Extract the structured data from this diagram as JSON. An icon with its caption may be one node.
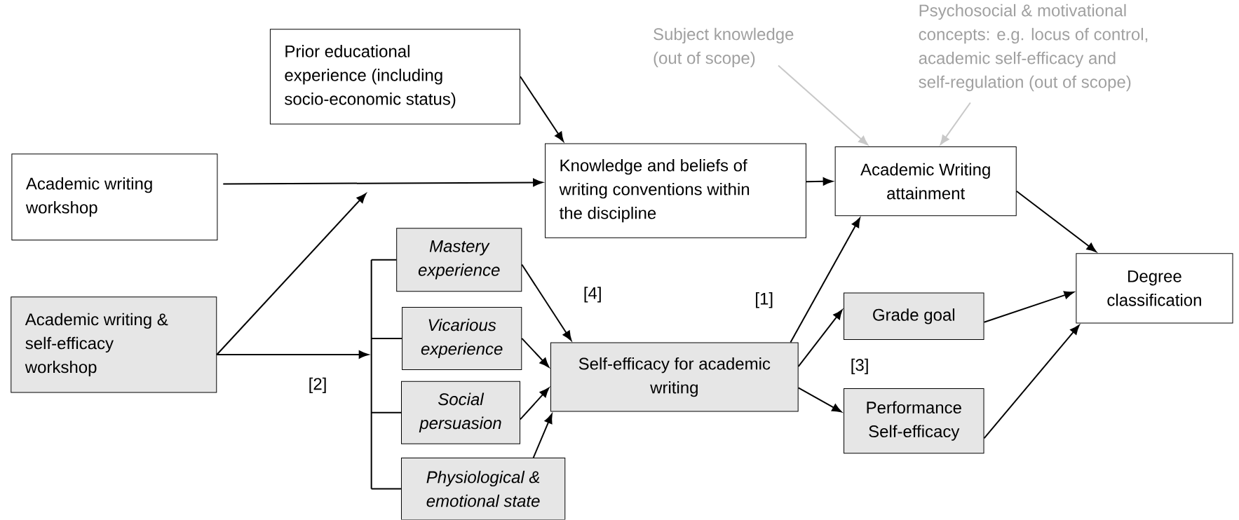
{
  "diagram": {
    "nodes": [
      {
        "text": [
          "Prior educational experience (including socio-economic status)"
        ]
      },
      {
        "text": [
          "Subject knowledge (out of scope)"
        ]
      },
      {
        "text": [
          "Psychosocial & motivational concepts: e.g. locus of control, academic self-efficacy and self-regulation (out of scope)"
        ]
      },
      {
        "text": [
          "Academic writing workshop"
        ]
      },
      {
        "text": [
          "Knowledge and beliefs of writing conventions within the discipline"
        ]
      },
      {
        "text": [
          "Academic Writing attainment"
        ]
      },
      {
        "text": [
          "Mastery experience"
        ]
      },
      {
        "text": [
          "Academic writing & self-efficacy workshop"
        ]
      },
      {
        "text": [
          "Degree classification"
        ]
      },
      {
        "text": [
          "Grade goal"
        ]
      },
      {
        "text": [
          "Vicarious experience"
        ]
      },
      {
        "text": [
          "Self-efficacy for academic writing"
        ]
      },
      {
        "text": [
          "Social persuasion"
        ]
      },
      {
        "text": [
          "Performance Self-efficacy"
        ]
      },
      {
        "text": [
          "Physiological & emotional state"
        ]
      },
      {
        "text": [],
        "shape": "bar"
      }
    ],
    "edges": [
      {
        "from": 0,
        "to": 4,
        "arrow": "to"
      },
      {
        "from": 1,
        "to": 5,
        "arrow": "to",
        "color": "#c8c8c8"
      },
      {
        "from": 2,
        "to": 5,
        "arrow": "to",
        "color": "#c8c8c8"
      },
      {
        "from": 3,
        "to": 4,
        "arrow": "to"
      },
      {
        "from": 4,
        "to": 5,
        "arrow": "to"
      },
      {
        "from": 7,
        "to": null,
        "arrow": "to"
      },
      {
        "from": 7,
        "to": 15,
        "arrow": "to"
      },
      {
        "from": 6,
        "to": 11,
        "arrow": "to"
      },
      {
        "from": 10,
        "to": 11,
        "arrow": "to"
      },
      {
        "from": 12,
        "to": 11,
        "arrow": "to"
      },
      {
        "from": 14,
        "to": 11,
        "arrow": "to"
      },
      {
        "from": 11,
        "to": 5,
        "arrow": "to"
      },
      {
        "from": 11,
        "to": 9,
        "arrow": "to"
      },
      {
        "from": 11,
        "to": 13,
        "arrow": "to"
      },
      {
        "from": 5,
        "to": 8,
        "arrow": "to"
      },
      {
        "from": 9,
        "to": 8,
        "arrow": "to"
      },
      {
        "from": 13,
        "to": 8,
        "arrow": "to"
      },
      {
        "from": 15,
        "to": 6,
        "arrow": "none"
      },
      {
        "from": 15,
        "to": 10,
        "arrow": "none"
      },
      {
        "from": 15,
        "to": 12,
        "arrow": "none"
      },
      {
        "from": 15,
        "to": 14,
        "arrow": "none"
      }
    ],
    "labels": [
      "[4]",
      "[1]",
      "[3]",
      "[2]"
    ]
  }
}
